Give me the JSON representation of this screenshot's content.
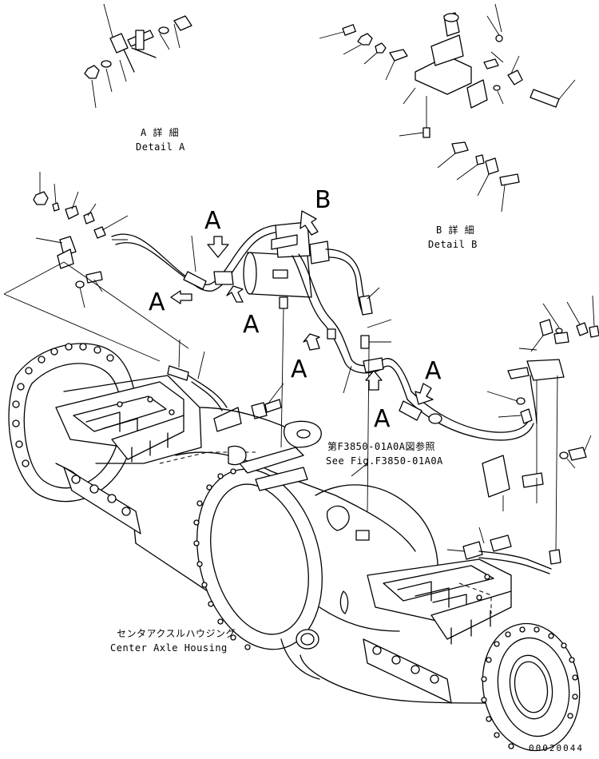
{
  "detail_a": {
    "jp": "A 詳 細",
    "en": "Detail A"
  },
  "detail_b": {
    "jp": "B 詳 細",
    "en": "Detail B"
  },
  "callouts": {
    "a_upper": "A",
    "a_left": "A",
    "a_mid": "A",
    "a_center": "A",
    "a_right": "A",
    "a_lower": "A",
    "b_top": "B"
  },
  "reference": {
    "jp": "第F3850-01A0A図参照",
    "en": "See Fig.F3850-01A0A"
  },
  "housing": {
    "jp": "センタアクスルハウジング",
    "en": "Center Axle Housing"
  },
  "figure_number": "00020044"
}
